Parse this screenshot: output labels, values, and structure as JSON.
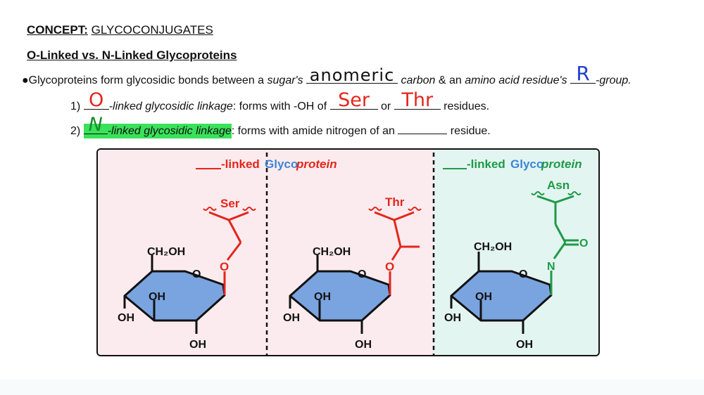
{
  "header": {
    "concept_label": "CONCEPT:",
    "concept_title": "GLYCOCONJUGATES",
    "subtitle": "O-Linked vs. N-Linked Glycoproteins"
  },
  "statement": {
    "bullet": "●",
    "part1": "Glycoproteins form glycosidic bonds between a ",
    "sugars": "sugar's",
    "blank1_answer": "anomeric",
    "part2": " carbon",
    "part3": " & an ",
    "amino_acid_residue": "amino acid residue's",
    "blank2_answer": "R",
    "part4": "-group."
  },
  "items": [
    {
      "number": "1)",
      "answer": "O",
      "linkage": "-linked glycosidic linkage",
      "text1": ": forms with -OH of ",
      "answer2": "Ser",
      "or": " or ",
      "answer3": "Thr",
      "text2": " residues."
    },
    {
      "number": "2)",
      "answer": "N",
      "linkage": "-linked glycosidic linkage",
      "text1": ": forms with amide nitrogen of an ",
      "text2": " residue."
    }
  ],
  "panel": {
    "o_title_suffix": "-linked ",
    "glyco": "Glyco",
    "protein": "protein",
    "n_title_suffix": "-linked ",
    "ser": "Ser",
    "thr": "Thr",
    "asn": "Asn",
    "ch2oh": "CH₂OH",
    "ring_o": "O",
    "oh": "OH",
    "link_o": "O",
    "link_n": "N",
    "carbonyl_o": "O"
  },
  "colors": {
    "red": "#e3261c",
    "blue": "#3b86d8",
    "green": "#1f9a48",
    "ring_fill": "#7aa4e0",
    "o_panel_bg": "#fcebee",
    "n_panel_bg": "#e3f5f1",
    "highlight": "#39e25a"
  }
}
